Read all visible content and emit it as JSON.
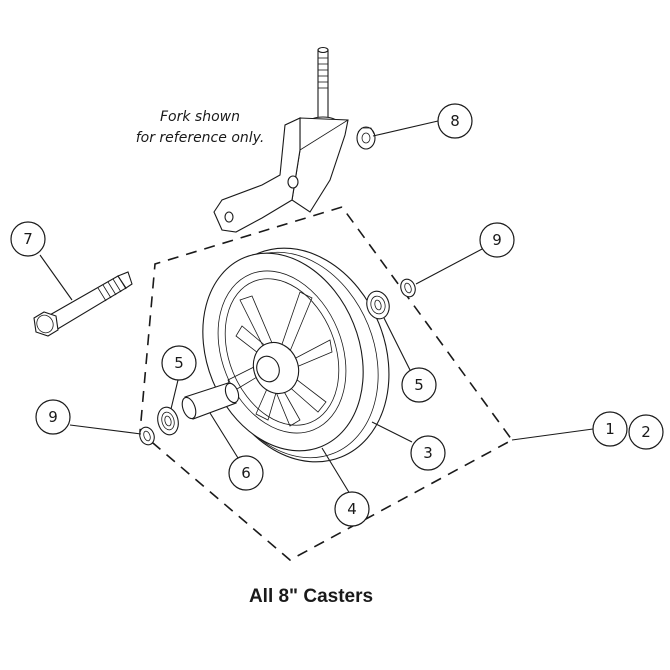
{
  "note": {
    "line1": "Fork shown",
    "line2": "for reference only."
  },
  "title": "All 8\" Casters",
  "callouts": {
    "c1": "1",
    "c2": "2",
    "c3": "3",
    "c4": "4",
    "c5a": "5",
    "c5b": "5",
    "c6": "6",
    "c7": "7",
    "c8": "8",
    "c9a": "9",
    "c9b": "9"
  },
  "parts": {
    "fork": "fork-drawing",
    "wheel": "wheel-drawing",
    "bolt": "axle-bolt-drawing",
    "nut": "lock-nut-drawing",
    "bearing": "bearing-drawing",
    "spacer": "spacer-drawing",
    "washer": "washer-drawing"
  }
}
